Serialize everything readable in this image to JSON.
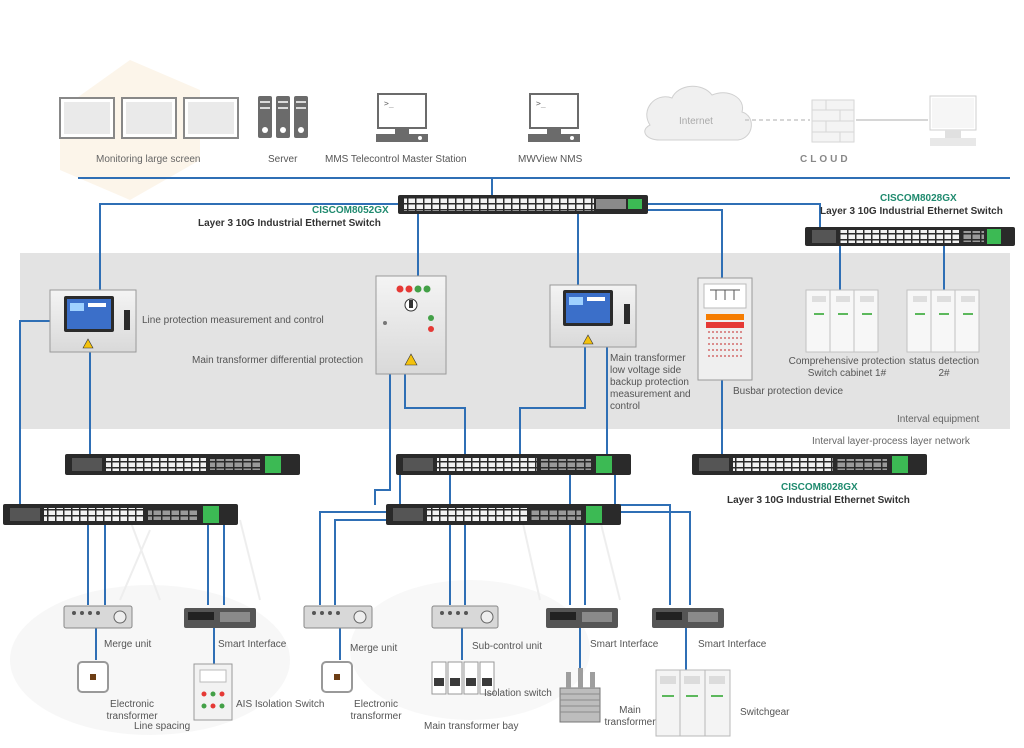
{
  "top": {
    "monitoring": "Monitoring large screen",
    "server": "Server",
    "mms": "MMS Telecontrol Master Station",
    "mwview": "MWView NMS",
    "internet": "Internet",
    "cloud": "CLOUD"
  },
  "core_switch": {
    "model": "CISCOM8052GX",
    "desc": "Layer 3 10G Industrial Ethernet Switch"
  },
  "right_switch": {
    "model": "CISCOM8028GX",
    "desc": "Layer 3 10G Industrial Ethernet Switch"
  },
  "mid_switch": {
    "model": "CISCOM8028GX",
    "desc": "Layer 3 10G Industrial Ethernet Switch"
  },
  "interval": {
    "line_protection": "Line protection measurement and control",
    "main_transformer_diff": "Main transformer differential protection",
    "main_transformer_low": "Main transformer low voltage side backup protection measurement and control",
    "busbar": "Busbar protection device",
    "comprehensive": "Comprehensive protection Switch cabinet 1#",
    "status_detection": "status detection 2#",
    "interval_equipment": "Interval equipment",
    "network_label": "Interval layer-process layer network"
  },
  "bottom": {
    "merge_unit_1": "Merge unit",
    "smart_interface_1": "Smart Interface",
    "electronic_transformer_1": "Electronic transformer",
    "ais_switch": "AIS Isolation Switch",
    "line_spacing": "Line spacing",
    "merge_unit_2": "Merge unit",
    "electronic_transformer_2": "Electronic transformer",
    "sub_control": "Sub-control unit",
    "isolation_switch": "Isolation switch",
    "main_transformer_bay": "Main transformer bay",
    "smart_interface_2": "Smart Interface",
    "main_transformer": "Main transformer",
    "smart_interface_3": "Smart Interface",
    "switchgear": "Switchgear"
  },
  "colors": {
    "line": "#2f6fb5",
    "band": "#e3e3e3",
    "switch_body": "#2a2a2a",
    "port": "#f2f2f2",
    "green": "#3cba54",
    "model_text": "#1f8a6e"
  }
}
